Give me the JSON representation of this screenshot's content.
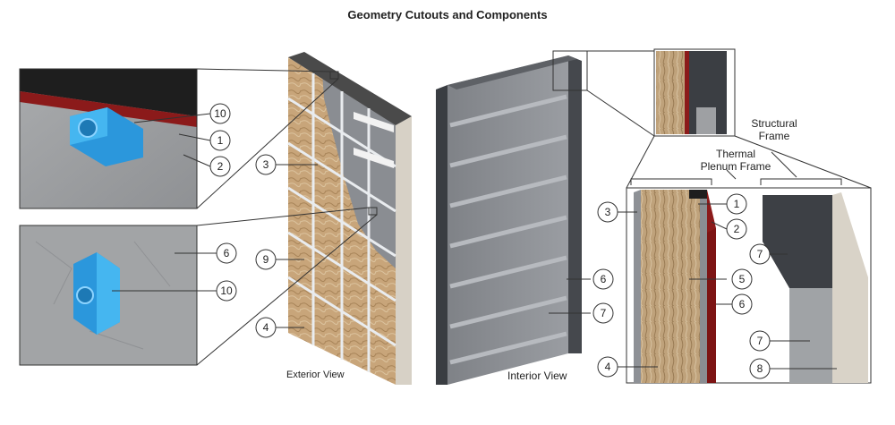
{
  "title": "Geometry Cutouts and Components",
  "views": {
    "exterior": "Exterior View",
    "interior": "Interior View"
  },
  "frames": {
    "structural": [
      "Structural",
      "Frame"
    ],
    "thermal": [
      "Thermal",
      "Plenum Frame"
    ]
  },
  "callouts": {
    "c1": "1",
    "c2": "2",
    "c3": "3",
    "c4": "4",
    "c5": "5",
    "c6": "6",
    "c7": "7",
    "c8": "8",
    "c9": "9",
    "c10": "10"
  },
  "colors": {
    "insulation": "#c9a67c",
    "gypsum": "#8e9196",
    "red_layer": "#8b1a1a",
    "black_layer": "#1e1e1e",
    "anchor": "#35a6e6",
    "concrete": "#a7a9ab"
  }
}
